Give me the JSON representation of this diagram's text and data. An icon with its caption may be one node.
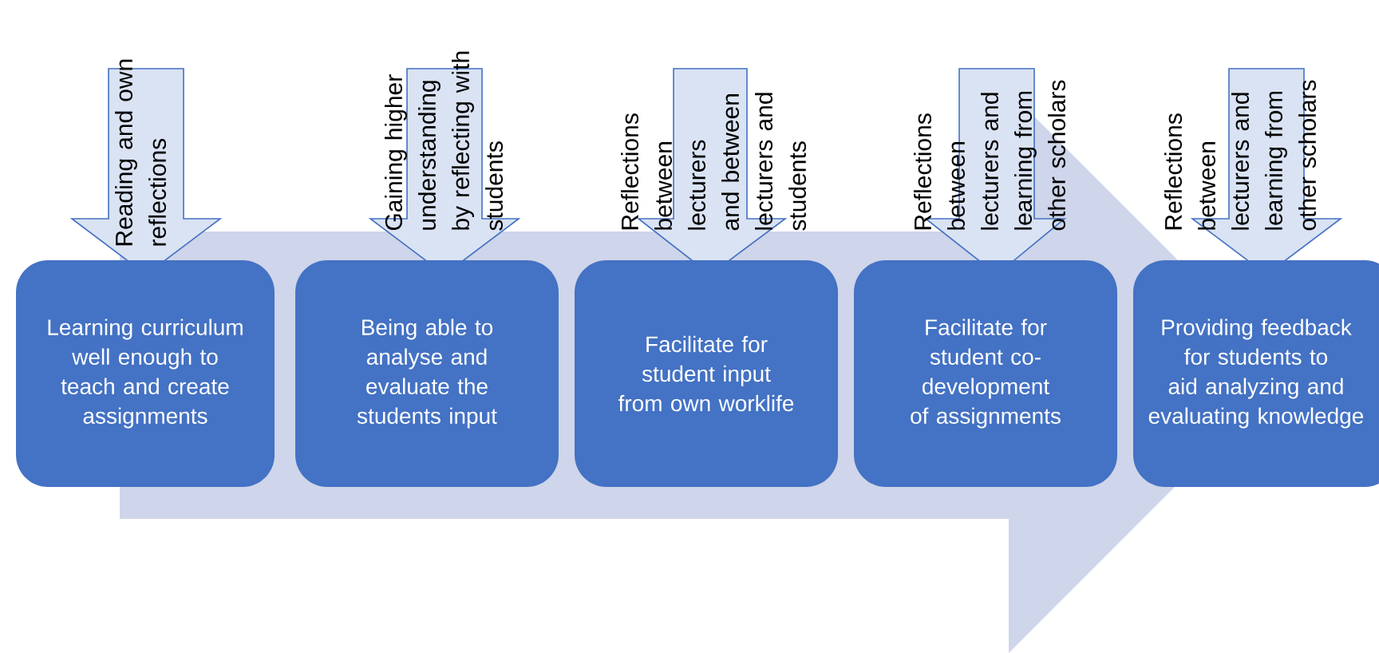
{
  "diagram": {
    "nodes": [
      {
        "text": [
          "Reading and own reflections"
        ]
      },
      {
        "text": [
          "Learning curriculum well enough to teach and create assignments"
        ]
      },
      {
        "text": [
          "Gaining higher understanding by reflecting with students"
        ]
      },
      {
        "text": [
          "Being able to analyse and evaluate the students input"
        ]
      },
      {
        "text": [
          "Reflections between lecturers and between lecturers and students"
        ]
      },
      {
        "text": [
          "Facilitate for student input from own worklife"
        ]
      },
      {
        "text": [
          "Reflections between lecturers and learning from other scholars"
        ]
      },
      {
        "text": [
          "Facilitate for student co-development of assignments"
        ]
      },
      {
        "text": [
          "Reflections between lecturers and learning from other scholars"
        ]
      },
      {
        "text": [
          "Providing feedback for students to aid analyzing and evaluating knowledge"
        ]
      }
    ],
    "edges": [
      {
        "from": 1,
        "to": 9,
        "arrow": "to"
      }
    ]
  }
}
